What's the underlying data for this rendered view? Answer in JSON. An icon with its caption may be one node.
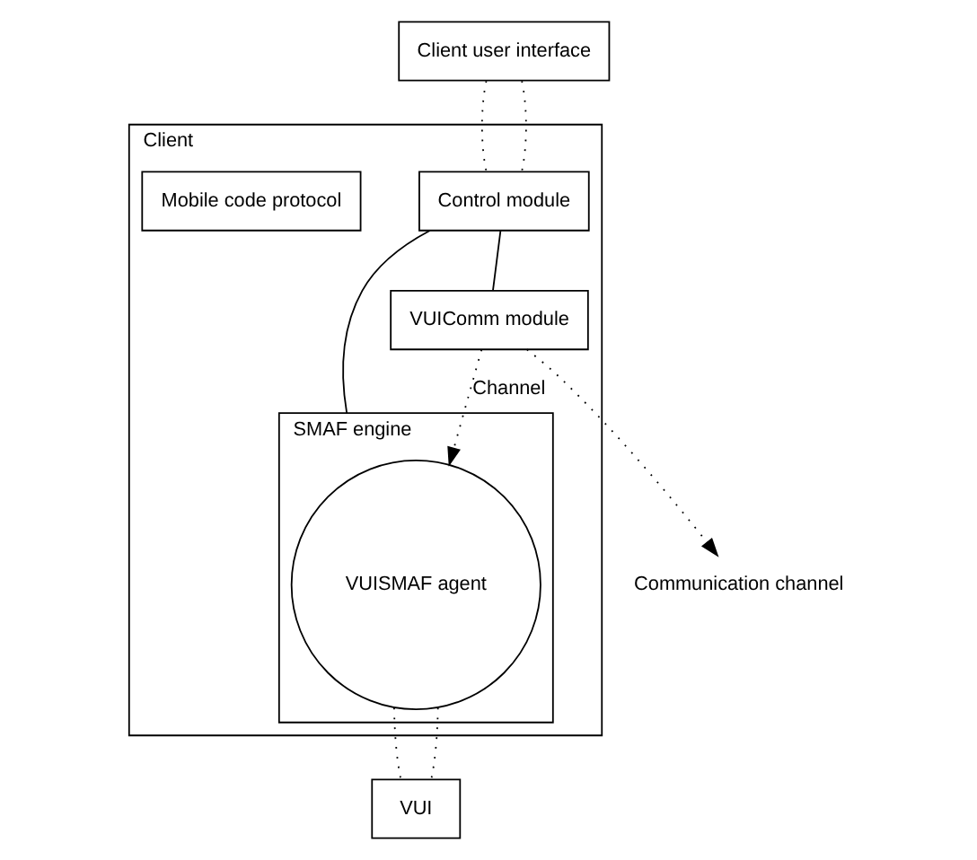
{
  "diagram": {
    "nodes": [
      {
        "text": [
          "Client"
        ]
      },
      {
        "text": [
          "Client user interface"
        ]
      },
      {
        "text": [
          "Control module"
        ],
        "in": 0
      },
      {
        "text": [
          "VUIComm module"
        ],
        "in": 0
      },
      {
        "text": [
          "Mobile code protocol"
        ],
        "in": 0
      },
      {
        "text": [
          "SMAF engine"
        ],
        "in": 0
      },
      {
        "text": [
          "VUISMAF agent"
        ],
        "in": 5
      },
      {
        "text": [
          "VUI"
        ]
      },
      {
        "text": [
          "Communication channel"
        ]
      }
    ],
    "edges": [
      {
        "from": 1,
        "to": 2,
        "arrow": "none",
        "style": "dashed"
      },
      {
        "from": 1,
        "to": 2,
        "arrow": "none",
        "style": "dashed"
      },
      {
        "from": 2,
        "to": 3,
        "arrow": "none"
      },
      {
        "from": 2,
        "to": 5,
        "arrow": "none"
      },
      {
        "from": 3,
        "to": 6,
        "arrow": "to",
        "label": "Channel",
        "style": "dashed"
      },
      {
        "from": 3,
        "to": 8,
        "arrow": "to",
        "style": "dashed"
      },
      {
        "from": 6,
        "to": 7,
        "arrow": "none",
        "style": "dashed"
      },
      {
        "from": 6,
        "to": 7,
        "arrow": "none",
        "style": "dashed"
      }
    ]
  }
}
